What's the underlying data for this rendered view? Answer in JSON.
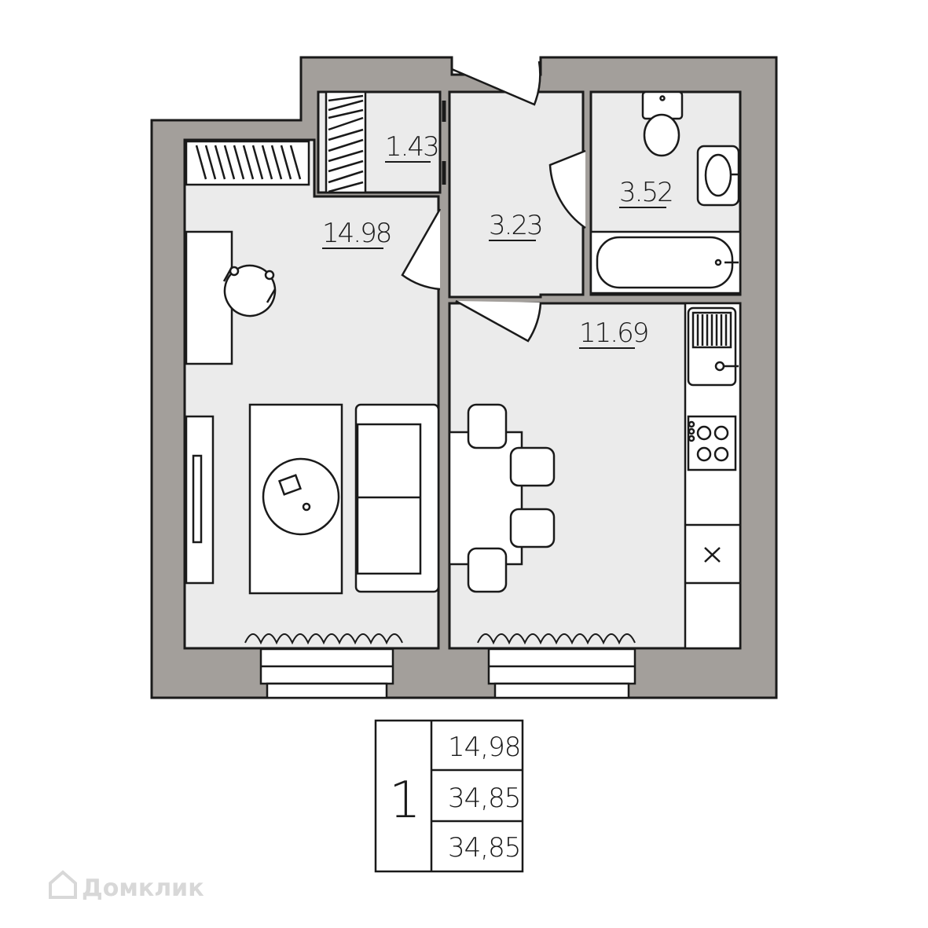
{
  "rooms": [
    {
      "id": "room",
      "label": "14.98"
    },
    {
      "id": "closet",
      "label": "1.43"
    },
    {
      "id": "hall",
      "label": "3.23"
    },
    {
      "id": "bathroom",
      "label": "3.52"
    },
    {
      "id": "kitchen",
      "label": "11.69"
    }
  ],
  "summary": {
    "rooms_count": "1",
    "living_area": "14,98",
    "total_area": "34,85",
    "total_area_2": "34,85"
  },
  "watermark": "Домклик",
  "colors": {
    "wall": "#a39f9b",
    "floor": "#ebebeb",
    "line": "#1a1a1a"
  }
}
